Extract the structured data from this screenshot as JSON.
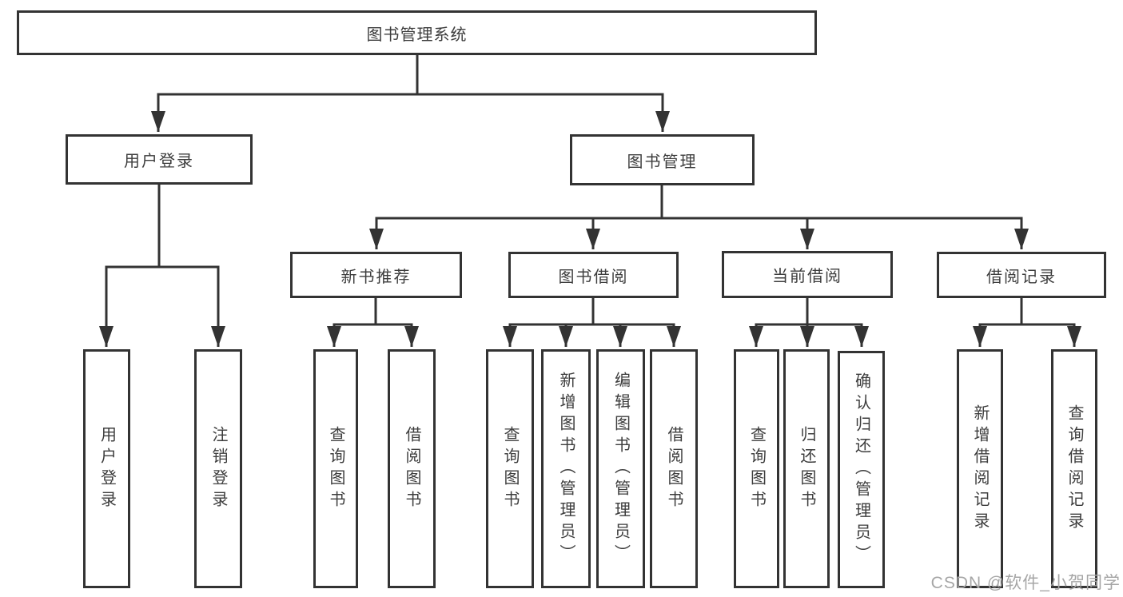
{
  "tree": {
    "root": "图书管理系统",
    "branches": [
      {
        "label": "用户登录",
        "children": [
          "用户登录",
          "注销登录"
        ]
      },
      {
        "label": "图书管理",
        "groups": [
          {
            "label": "新书推荐",
            "children": [
              "查询图书",
              "借阅图书"
            ]
          },
          {
            "label": "图书借阅",
            "children": [
              "查询图书",
              "新增图书（管理员）",
              "编辑图书（管理员）",
              "借阅图书"
            ]
          },
          {
            "label": "当前借阅",
            "children": [
              "查询图书",
              "归还图书",
              "确认归还（管理员）"
            ]
          },
          {
            "label": "借阅记录",
            "children": [
              "新增借阅记录",
              "查询借阅记录"
            ]
          }
        ]
      }
    ]
  },
  "watermark": "CSDN @软件_小贺同学",
  "colors": {
    "line": "#333333",
    "text": "#3d3d3d",
    "background": "#ffffff",
    "box_fill": "#ffffff",
    "watermark": "#a6a6a6"
  }
}
